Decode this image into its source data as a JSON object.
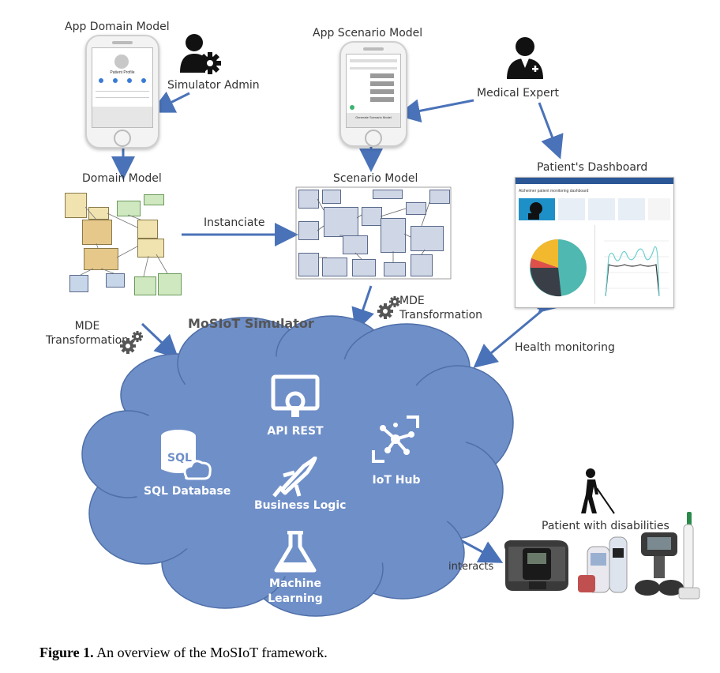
{
  "labels": {
    "app_domain_model": "App Domain Model",
    "app_scenario_model": "App Scenario Model",
    "simulator_admin": "Simulator Admin",
    "medical_expert": "Medical Expert",
    "domain_model": "Domain Model",
    "scenario_model": "Scenario Model",
    "patients_dashboard": "Patient's Dashboard",
    "instanciate": "Instanciate",
    "mde_transformation_left": "MDE\nTransformation",
    "mde_transformation_right": "MDE\nTransformation",
    "mosiot_simulator": "MoSIoT Simulator",
    "health_monitoring": "Health monitoring",
    "patient_with_disabilities": "Patient with disabilities",
    "interacts": "interacts"
  },
  "cloud_items": {
    "api_rest": "API REST",
    "business_logic": "Business Logic",
    "machine_learning": "Machine\nLearning",
    "sql_database": "SQL Database",
    "iot_hub": "IoT Hub"
  },
  "phone_texts": {
    "patient_profile": "Patient Profile",
    "new_scenario_model": "Generate Scenario Model"
  },
  "dashboard": {
    "title": "Alzheimer patient monitoring dashboard"
  },
  "caption": {
    "label": "Figure 1.",
    "text": "An overview of the MoSIoT framework."
  },
  "colors": {
    "cloud": "#6f8fc8",
    "cloud_stroke": "#4f6fa8",
    "arrow": "#4a72b8",
    "pie_teal": "#4fb8b0",
    "pie_dark": "#3a3f47",
    "pie_yellow": "#f2b92e",
    "pie_red": "#e0504a"
  },
  "icons": [
    "admin-gear-user-icon",
    "medical-expert-icon",
    "gear-icon",
    "api-icon",
    "rocket-icon",
    "flask-icon",
    "sql-database-icon",
    "iot-hub-icon",
    "blind-person-icon"
  ]
}
